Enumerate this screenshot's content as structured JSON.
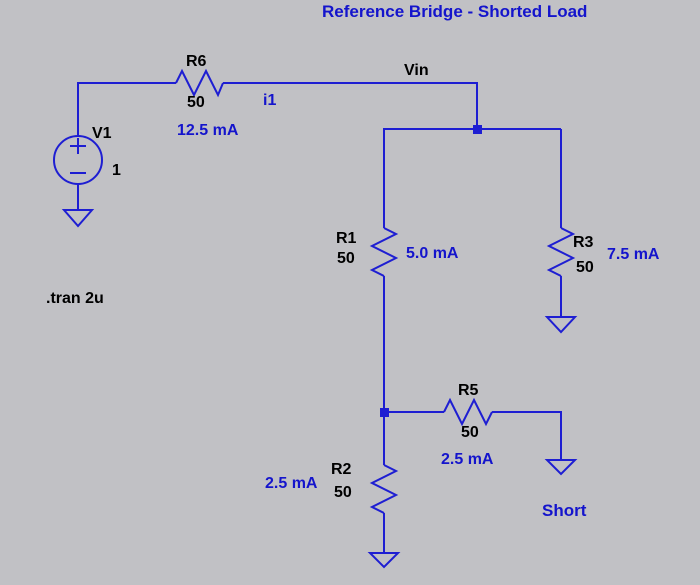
{
  "title": "Reference Bridge - Shorted Load",
  "directive": ".tran 2u",
  "colors": {
    "background": "#c1c1c5",
    "wire": "#1e1ed2",
    "blue_text": "#1414cc",
    "black_text": "#000000"
  },
  "nets": {
    "vin": "Vin"
  },
  "components": {
    "v1": {
      "name": "V1",
      "value": "1"
    },
    "r6": {
      "name": "R6",
      "value": "50"
    },
    "r1": {
      "name": "R1",
      "value": "50"
    },
    "r3": {
      "name": "R3",
      "value": "50"
    },
    "r5": {
      "name": "R5",
      "value": "50"
    },
    "r2": {
      "name": "R2",
      "value": "50"
    }
  },
  "currents": {
    "i1_label": "i1",
    "r6": "12.5 mA",
    "r1": "5.0 mA",
    "r3": "7.5 mA",
    "r5": "2.5 mA",
    "r2": "2.5 mA"
  },
  "annotations": {
    "short": "Short"
  }
}
